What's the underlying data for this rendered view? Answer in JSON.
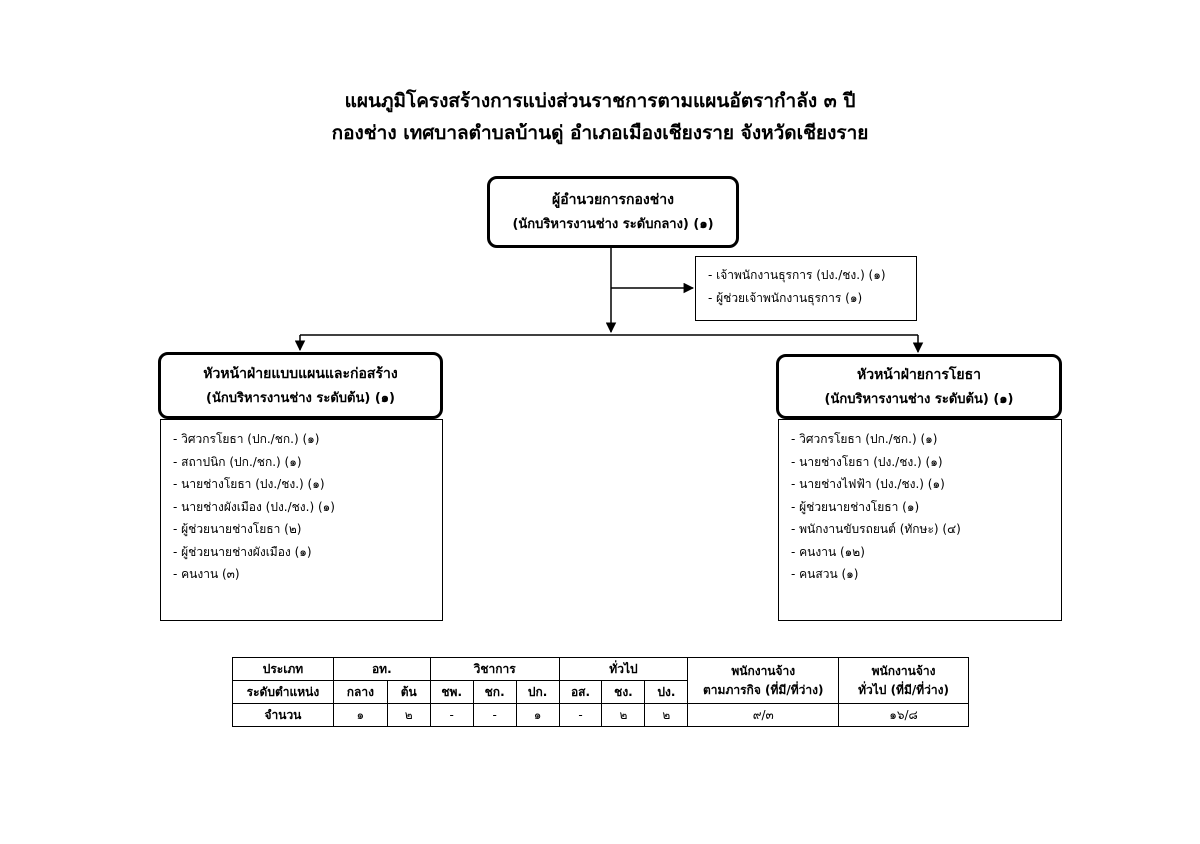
{
  "title": {
    "line1": "แผนภูมิโครงสร้างการแบ่งส่วนราชการตามแผนอัตรากำลัง ๓ ปี",
    "line2": "กองช่าง เทศบาลตำบลบ้านดู่ อำเภอเมืองเชียงราย จังหวัดเชียงราย"
  },
  "director": {
    "title": "ผู้อำนวยการกองช่าง",
    "position": "(นักบริหารงานช่าง ระดับกลาง) (๑)"
  },
  "admin_staff": [
    "- เจ้าพนักงานธุรการ (ปง./ชง.) (๑)",
    "- ผู้ช่วยเจ้าพนักงานธุรการ (๑)"
  ],
  "divisions": [
    {
      "title": "หัวหน้าฝ่ายแบบแผนและก่อสร้าง",
      "position": "(นักบริหารงานช่าง ระดับต้น) (๑)",
      "staff": [
        "- วิศวกรโยธา (ปก./ชก.) (๑)",
        "- สถาปนิก (ปก./ชก.) (๑)",
        "- นายช่างโยธา (ปง./ชง.) (๑)",
        "- นายช่างผังเมือง (ปง./ชง.) (๑)",
        "- ผู้ช่วยนายช่างโยธา (๒)",
        "- ผู้ช่วยนายช่างผังเมือง (๑)",
        "- คนงาน (๓)"
      ]
    },
    {
      "title": "หัวหน้าฝ่ายการโยธา",
      "position": "(นักบริหารงานช่าง ระดับต้น) (๑)",
      "staff": [
        "- วิศวกรโยธา (ปก./ชก.) (๑)",
        "- นายช่างโยธา (ปง./ชง.) (๑)",
        "- นายช่างไฟฟ้า (ปง./ชง.) (๑)",
        "- ผู้ช่วยนายช่างโยธา (๑)",
        "- พนักงานขับรถยนต์ (ทักษะ) (๔)",
        "- คนงาน (๑๒)",
        "- คนสวน (๑)"
      ]
    }
  ],
  "table": {
    "type_label": "ประเภท",
    "level_label": "ระดับตำแหน่ง",
    "count_label": "จำนวน",
    "groups": {
      "executive": "อท.",
      "academic": "วิชาการ",
      "general": "ทั่วไป",
      "mission_line1": "พนักงานจ้าง",
      "mission_line2": "ตามภารกิจ (ที่มี/ที่ว่าง)",
      "general_emp_line1": "พนักงานจ้าง",
      "general_emp_line2": "ทั่วไป (ที่มี/ที่ว่าง)"
    },
    "levels": [
      "กลาง",
      "ต้น",
      "ชพ.",
      "ชก.",
      "ปก.",
      "อส.",
      "ชง.",
      "ปง."
    ],
    "counts": [
      "๑",
      "๒",
      "-",
      "-",
      "๑",
      "-",
      "๒",
      "๒",
      "๙/๓",
      "๑๖/๘"
    ]
  }
}
